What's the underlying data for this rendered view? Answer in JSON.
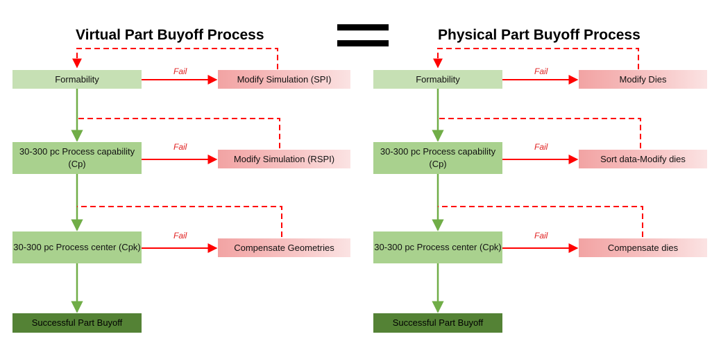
{
  "colors": {
    "success_line": "#70ad47",
    "fail_line": "#ff0000",
    "light_green": "#c6e0b4",
    "mid_green": "#a9d18e",
    "dark_green": "#548235",
    "fail_box": "#f4b1b1"
  },
  "equals_sign": "=",
  "left": {
    "title": "Virtual Part Buyoff Process",
    "steps": [
      "Formability",
      "30-300 pc Process capability (Cp)",
      "30-300 pc Process center (Cpk)"
    ],
    "final": "Successful Part Buyoff",
    "fixes": [
      "Modify Simulation (SPI)",
      "Modify Simulation (RSPI)",
      "Compensate Geometries"
    ],
    "fail_label": "Fail"
  },
  "right": {
    "title": "Physical Part Buyoff Process",
    "steps": [
      "Formability",
      "30-300 pc Process capability (Cp)",
      "30-300 pc Process center (Cpk)"
    ],
    "final": "Successful Part Buyoff",
    "fixes": [
      "Modify Dies",
      "Sort data-Modify dies",
      "Compensate dies"
    ],
    "fail_label": "Fail"
  }
}
